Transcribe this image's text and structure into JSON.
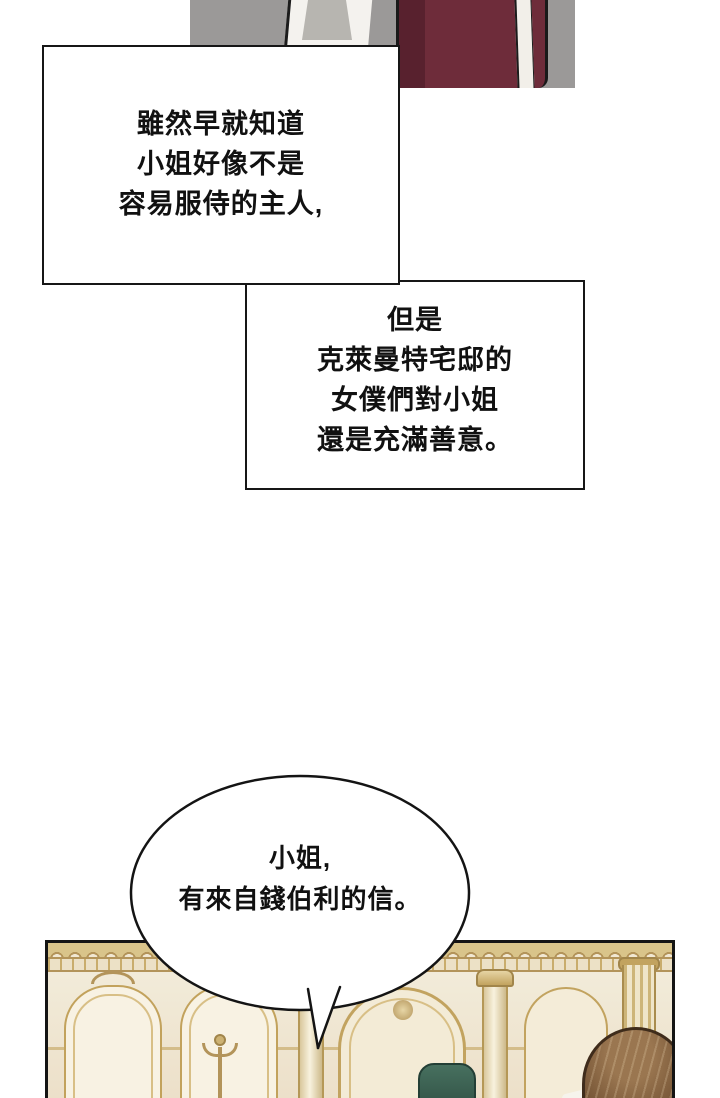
{
  "narration_boxes": [
    {
      "lines": [
        "雖然早就知道",
        "小姐好像不是",
        "容易服侍的主人,"
      ]
    },
    {
      "lines": [
        "但是",
        "克萊曼特宅邸的",
        "女僕們對小姐",
        "還是充滿善意。"
      ]
    }
  ],
  "speech_bubble": {
    "lines": [
      "小姐,",
      "有來自錢伯利的信。"
    ]
  },
  "colors": {
    "panel_gray": "#9b9998",
    "jacket_maroon": "#6e2c3a",
    "jacket_shadow": "#58212e",
    "shirt_white": "#f4f2ee",
    "collar_gray": "#b7b5b0",
    "outline_black": "#161616",
    "scene_cream": "#f3eedd",
    "scene_gold": "#c2a35f",
    "hair_brown": "#7a5939",
    "chair_teal": "#47705f"
  }
}
